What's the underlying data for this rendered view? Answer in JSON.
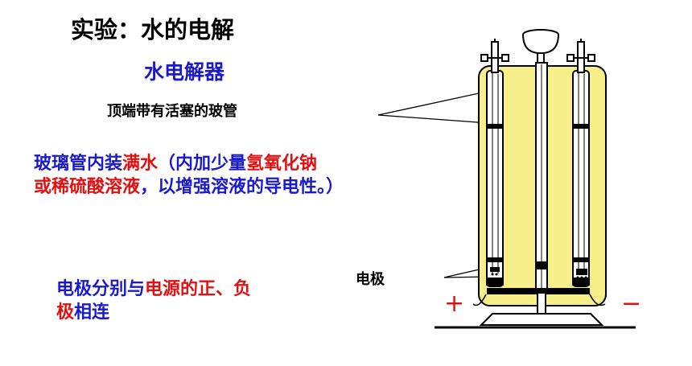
{
  "title": "实验：水的电解",
  "subtitle": "水电解器",
  "labels": {
    "tube": "顶端带有活塞的玻管",
    "electrode": "电极",
    "plus": "+",
    "minus": "−"
  },
  "description": {
    "line1": [
      {
        "text": "玻璃管内装",
        "color": "blue"
      },
      {
        "text": "满水",
        "color": "red"
      },
      {
        "text": "（内加少量",
        "color": "blue"
      },
      {
        "text": "氢氧化钠",
        "color": "red"
      }
    ],
    "line2": [
      {
        "text": "或稀硫酸溶液",
        "color": "red"
      },
      {
        "text": "，以增强溶液的导电性。）",
        "color": "blue"
      }
    ]
  },
  "electrode_note": {
    "line1": [
      {
        "text": "电极分别与",
        "color": "blue"
      },
      {
        "text": "电源的正、负",
        "color": "red"
      }
    ],
    "line2": [
      {
        "text": "极",
        "color": "red"
      },
      {
        "text": "相连",
        "color": "blue"
      }
    ]
  },
  "colors": {
    "liquid": "#f7f08a",
    "blue_text": "#1a1acc",
    "red_text": "#e01010",
    "outline": "#000000"
  }
}
